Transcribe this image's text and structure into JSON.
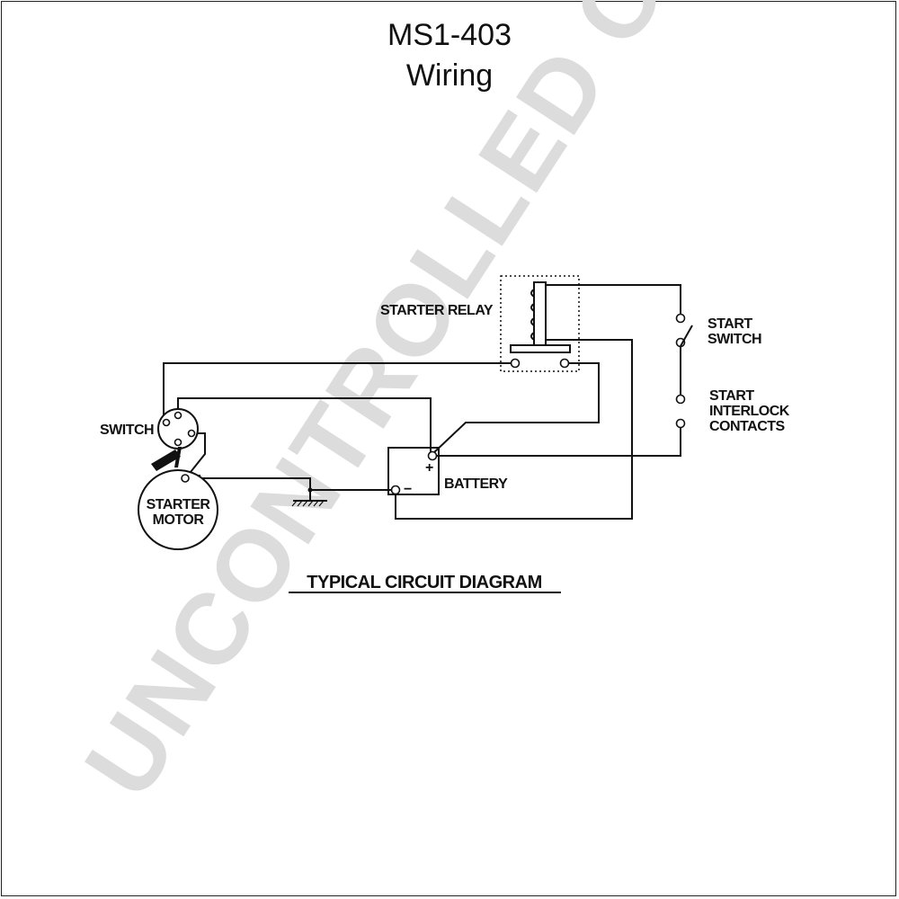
{
  "title": "MS1-403",
  "subtitle": "Wiring",
  "labels": {
    "starter_relay": "STARTER RELAY",
    "start_switch_1": "START",
    "start_switch_2": "SWITCH",
    "interlock_1": "START",
    "interlock_2": "INTERLOCK",
    "interlock_3": "CONTACTS",
    "switch": "SWITCH",
    "battery": "BATTERY",
    "plus": "+",
    "minus": "−",
    "starter_motor_1": "STARTER",
    "starter_motor_2": "MOTOR"
  },
  "caption": "TYPICAL CIRCUIT DIAGRAM",
  "watermark": "UNCONTROLLED COPY"
}
